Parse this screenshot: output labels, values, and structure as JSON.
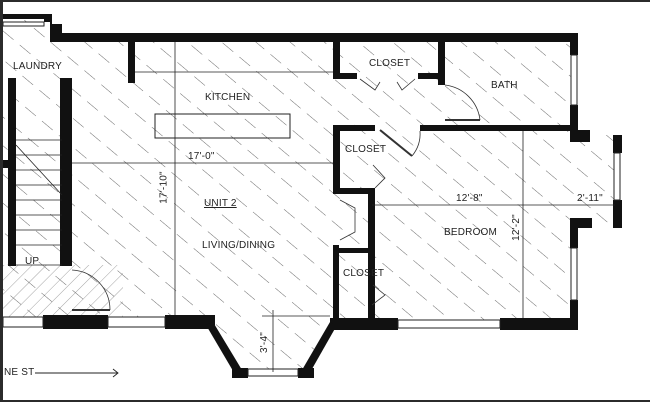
{
  "rooms": {
    "laundry": "LAUNDRY",
    "kitchen": "KITCHEN",
    "closet_top": "CLOSET",
    "bath": "BATH",
    "closet_mid": "CLOSET",
    "unit": "UNIT 2",
    "living": "LIVING/DINING",
    "bedroom": "BEDROOM",
    "closet_bottom": "CLOSET",
    "stair_up": "UP"
  },
  "dimensions": {
    "living_width": "17'-0\"",
    "living_depth": "17'-10\"",
    "bedroom_width": "12'-8\"",
    "bedroom_depth": "12'-2\"",
    "bay_depth_bedroom": "2'-11\"",
    "bay_depth_living": "3'-4\""
  },
  "street": "NE ST",
  "colors": {
    "wall": "#111111",
    "hatch": "#333333",
    "frame": "#2b2b2b"
  }
}
